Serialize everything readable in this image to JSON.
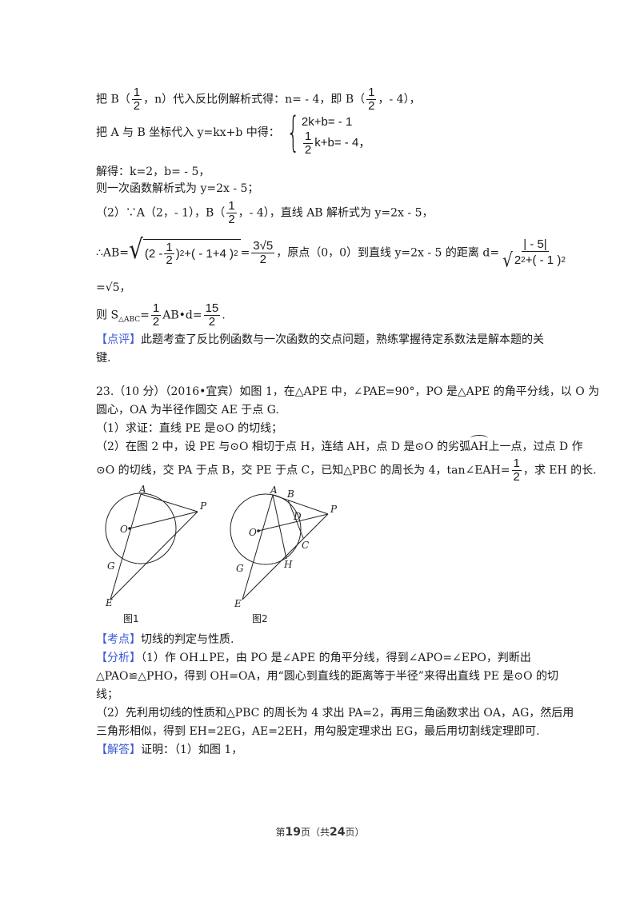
{
  "solution_prev": {
    "line1": {
      "a": "把 B（",
      "frac": {
        "num": "1",
        "den": "2"
      },
      "b": "，n）代入反比例解析式得：n= - 4，即 B（",
      "frac2": {
        "num": "1",
        "den": "2"
      },
      "c": "，- 4），"
    },
    "line2": {
      "a": "把 A 与 B 坐标代入 y=kx+b 中得：",
      "eq1": "2k+b= - 1",
      "eq2_frac": {
        "num": "1",
        "den": "2"
      },
      "eq2": "k+b= - 4",
      "tail": "，"
    },
    "line3": "解得：k=2，b= - 5，",
    "line4": "则一次函数解析式为 y=2x - 5；",
    "line5": {
      "a": "（2）∵A（2，- 1），B（",
      "frac": {
        "num": "1",
        "den": "2"
      },
      "b": "，- 4），直线 AB 解析式为 y=2x - 5，"
    },
    "line6": {
      "a": "∴AB=",
      "sqrt_a": "(2 - ",
      "sqrt_frac": {
        "num": "1",
        "den": "2"
      },
      "sqrt_b": ")",
      "sqrt_c": "+( - 1+4 )",
      "eq": "=",
      "res_frac": {
        "num": "3√5",
        "den": "2"
      },
      "b": "，原点（0，0）到直线 y=2x - 5 的距离 d=",
      "d_num": "| - 5|",
      "d_den": "2",
      "d_den_b": "+( - 1 )",
      "exp": "2"
    },
    "line7": "=√5，",
    "line8": {
      "a": "则 S",
      "sub": "△ABC",
      "b": "=",
      "frac": {
        "num": "1",
        "den": "2"
      },
      "c": "AB•d=",
      "frac2": {
        "num": "15",
        "den": "2"
      },
      "d": "."
    },
    "review_tag": "【点评】",
    "review_text": "此题考查了反比例函数与一次函数的交点问题，熟练掌握待定系数法是解本题的关",
    "review_text2": "键."
  },
  "problem": {
    "line1": "23.（10 分）（2016•宜宾）如图 1，在△APE 中，∠PAE=90°，PO 是△APE 的角平分线，以 O 为",
    "line2": "圆心，OA 为半径作圆交 AE 于点 G.",
    "line3": "（1）求证：直线 PE 是⊙O 的切线；",
    "line4_a": "（2）在图 2 中，设 PE 与⊙O 相切于点 H，连结 AH，点 D 是⊙O 的劣弧",
    "line4_arc": "AH",
    "line4_b": "上一点，过点 D 作",
    "line5_a": "⊙O 的切线，交 PA 于点 B，交 PE 于点 C，已知△PBC 的周长为 4，tan∠EAH=",
    "line5_frac": {
      "num": "1",
      "den": "2"
    },
    "line5_b": "，求 EH 的长."
  },
  "figures": {
    "fig1": {
      "caption": "图1",
      "labels": {
        "A": "A",
        "P": "P",
        "O": "O",
        "G": "G",
        "E": "E"
      }
    },
    "fig2": {
      "caption": "图2",
      "labels": {
        "A": "A",
        "B": "B",
        "P": "P",
        "D": "D",
        "O": "O",
        "C": "C",
        "H": "H",
        "G": "G",
        "E": "E"
      }
    }
  },
  "analysis": {
    "kaodian_tag": "【考点】",
    "kaodian_text": "切线的判定与性质.",
    "fenxi_tag": "【分析】",
    "fenxi_line1": "（1）作 OH⊥PE，由 PO 是∠APE 的角平分线，得到∠APO=∠EPO，判断出",
    "fenxi_line2": "△PAO≌△PHO，得到 OH=OA，用“圆心到直线的距离等于半径”来得出直线 PE 是⊙O 的切",
    "fenxi_line3": "线；",
    "fenxi_line4": "（2）先利用切线的性质和△PBC 的周长为 4 求出 PA=2，再用三角函数求出 OA，AG，然后用",
    "fenxi_line5": "三角形相似，得到 EH=2EG，AE=2EH，用勾股定理求出 EG，最后用切割线定理即可.",
    "jieda_tag": "【解答】",
    "jieda_text": "证明：（1）如图 1，"
  },
  "footer": {
    "a": "第",
    "page": "19",
    "b": "页（共",
    "total": "24",
    "c": "页）"
  },
  "colors": {
    "tag": "#3c5ad6",
    "text": "#1a1a1a"
  }
}
